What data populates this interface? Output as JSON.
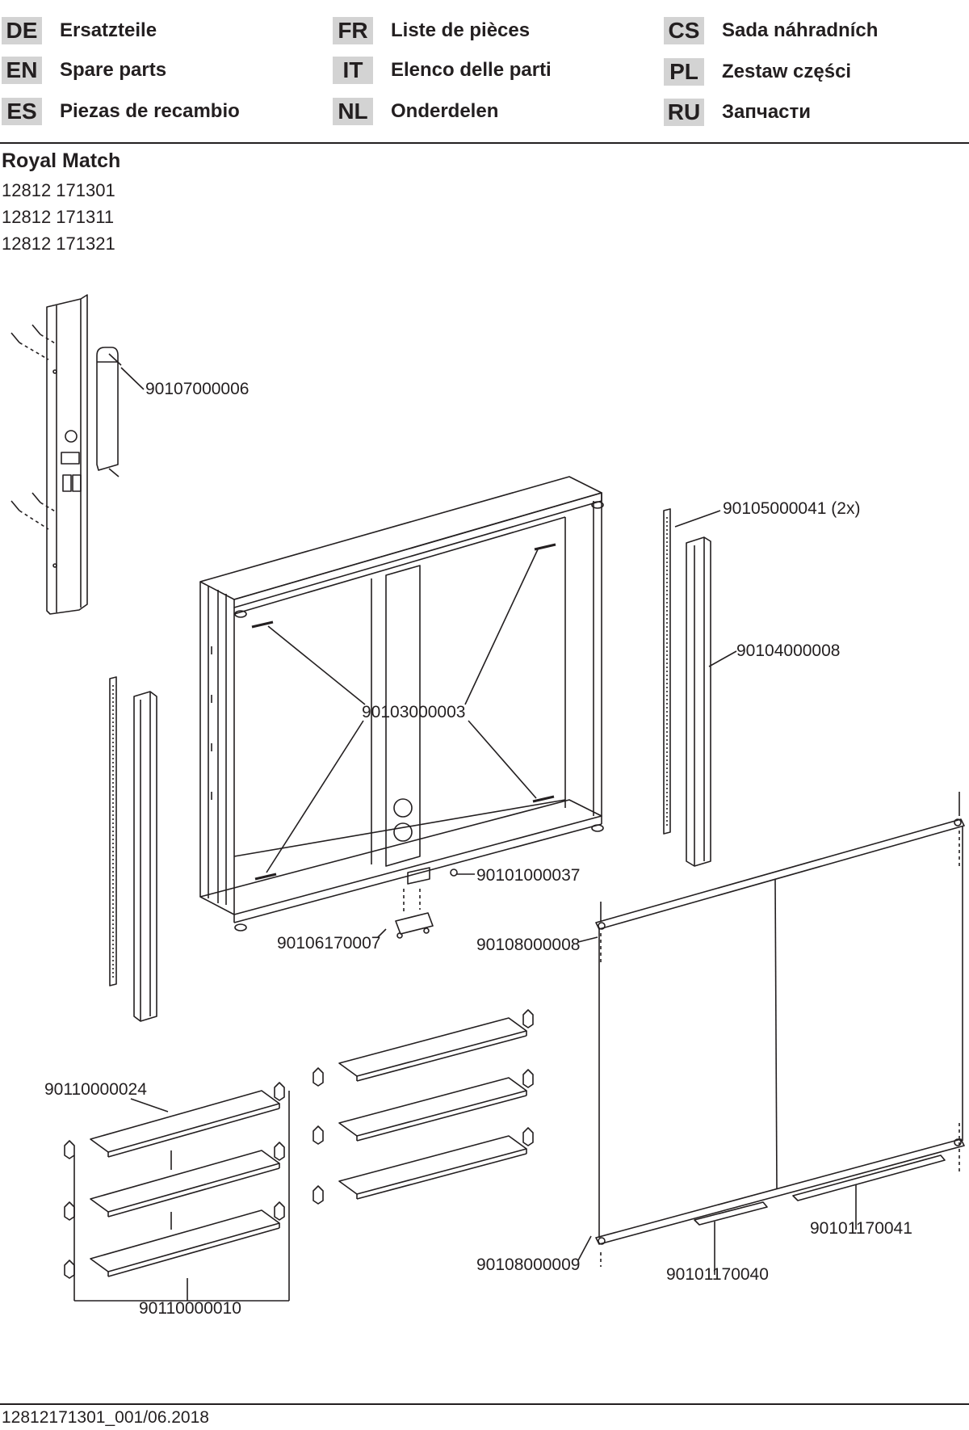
{
  "languages": [
    {
      "code": "DE",
      "name": "Ersatzteile"
    },
    {
      "code": "EN",
      "name": "Spare parts"
    },
    {
      "code": "ES",
      "name": "Piezas de recambio"
    },
    {
      "code": "FR",
      "name": "Liste de pièces"
    },
    {
      "code": "IT",
      "name": "Elenco delle parti"
    },
    {
      "code": "NL",
      "name": "Onderdelen"
    },
    {
      "code": "CS",
      "name": "Sada náhradních"
    },
    {
      "code": "PL",
      "name": "Zestaw części"
    },
    {
      "code": "RU",
      "name": "Запчасти"
    }
  ],
  "product": {
    "title": "Royal Match",
    "articles": [
      "12812 171301",
      "12812 171311",
      "12812 171321"
    ]
  },
  "parts": {
    "p1": "90107000006",
    "p2": "90105000041 (2x)",
    "p3": "90104000008",
    "p4": "90103000003",
    "p5": "90101000037",
    "p6": "90106170007",
    "p7": "90108000008",
    "p8": "90110000024",
    "p9": "90101170041",
    "p10": "90108000009",
    "p11": "90101170040",
    "p12": "90110000010"
  },
  "footer": "12812171301_001/06.2018"
}
